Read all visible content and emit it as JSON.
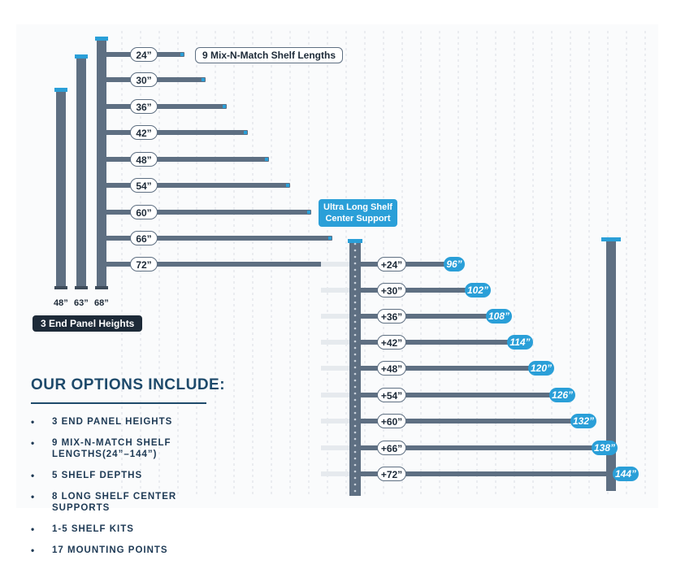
{
  "top_callout": "9 Mix-N-Match Shelf Lengths",
  "shelf_lengths": [
    "24”",
    "30”",
    "36”",
    "42”",
    "48”",
    "54”",
    "60”",
    "66”",
    "72”"
  ],
  "ultra_callout": [
    "Ultra Long Shelf",
    "Center Support"
  ],
  "panel_heights": [
    "48”",
    "63”",
    "68”"
  ],
  "panel_callout": "3 End Panel Heights",
  "extensions": [
    {
      "add": "+24”",
      "total": "96”"
    },
    {
      "add": "+30”",
      "total": "102”"
    },
    {
      "add": "+36”",
      "total": "108”"
    },
    {
      "add": "+42”",
      "total": "114”"
    },
    {
      "add": "+48”",
      "total": "120”"
    },
    {
      "add": "+54”",
      "total": "126”"
    },
    {
      "add": "+60”",
      "total": "132”"
    },
    {
      "add": "+66”",
      "total": "138”"
    },
    {
      "add": "+72”",
      "total": "144”"
    }
  ],
  "options": {
    "title": "OUR OPTIONS INCLUDE:",
    "bullet": "•",
    "items": [
      "3 END PANEL HEIGHTS",
      "9 MIX-N-MATCH SHELF LENGTHS(24”–144”)",
      "5 SHELF DEPTHS",
      "8 LONG SHELF CENTER SUPPORTS",
      "1-5 SHELF KITS",
      "17 MOUNTING POINTS"
    ]
  },
  "colors": {
    "steel": "#5e6f82",
    "steel_dark": "#3d4b5a",
    "accent": "#2a9fd8",
    "navy": "#1e4a6b"
  }
}
